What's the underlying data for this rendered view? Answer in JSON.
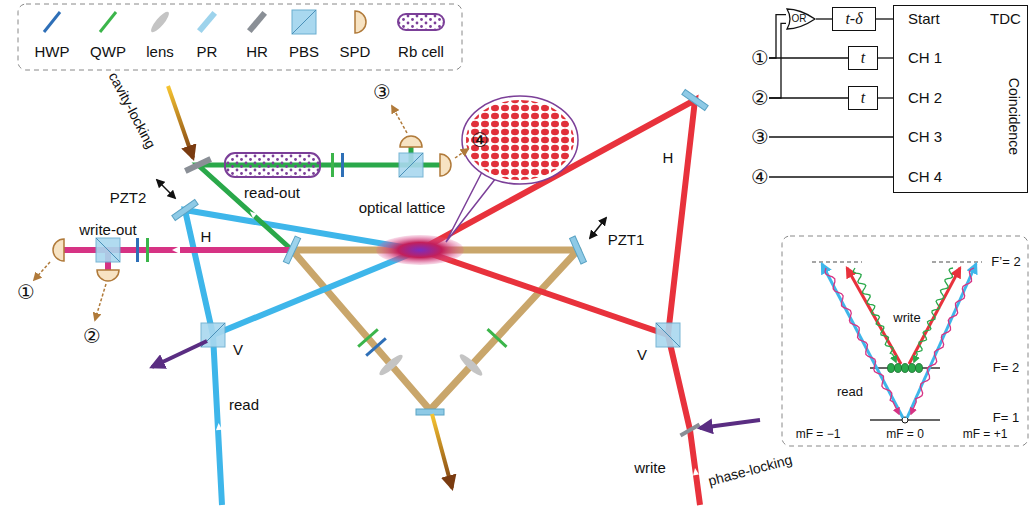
{
  "diagram": {
    "nodes": [
      {
        "text": [
          "③"
        ]
      },
      {
        "text": [
          "④"
        ]
      },
      {
        "text": [
          "①"
        ]
      },
      {
        "text": [
          "②"
        ]
      },
      {
        "text": [
          "OR"
        ]
      },
      {
        "text": [
          "t-δ"
        ]
      },
      {
        "text": [
          "Start",
          "TDC",
          "CH 1",
          "CH 2",
          "CH 3",
          "CH 4"
        ]
      },
      {
        "text": [
          "①"
        ]
      },
      {
        "text": [
          "t"
        ]
      },
      {
        "text": [
          "②"
        ]
      },
      {
        "text": [
          "t"
        ]
      },
      {
        "text": [
          "③"
        ]
      },
      {
        "text": [
          "④"
        ]
      }
    ],
    "edges": [
      {
        "from": 7,
        "to": 4,
        "arrow": "none"
      },
      {
        "from": 9,
        "to": 4,
        "arrow": "none"
      },
      {
        "from": 4,
        "to": 5,
        "arrow": "none"
      },
      {
        "from": 5,
        "to": 6,
        "arrow": "none"
      },
      {
        "from": 7,
        "to": 8,
        "arrow": "none"
      },
      {
        "from": 9,
        "to": 10,
        "arrow": "none"
      },
      {
        "from": 8,
        "to": 6,
        "arrow": "none"
      },
      {
        "from": 10,
        "to": 6,
        "arrow": "none"
      },
      {
        "from": 11,
        "to": 6,
        "arrow": "none"
      },
      {
        "from": 12,
        "to": 6,
        "arrow": "none"
      }
    ],
    "labels": [
      "Coincidence",
      "cavity-locking",
      "read-out",
      "optical lattice",
      "PZT2",
      "H",
      "write-out",
      "V",
      "read",
      "PZT1",
      "H",
      "V",
      "write",
      "phase-locking",
      "F’= 2",
      "F= 2",
      "F= 1",
      "write",
      "read",
      "mF = −1",
      "mF = 0",
      "mF = +1"
    ],
    "legend": [
      {
        "text": "HWP"
      },
      {
        "text": "QWP"
      },
      {
        "text": "lens"
      },
      {
        "text": "PR"
      },
      {
        "text": "HR"
      },
      {
        "text": "PBS"
      },
      {
        "text": "SPD"
      },
      {
        "text": "Rb cell"
      }
    ]
  }
}
